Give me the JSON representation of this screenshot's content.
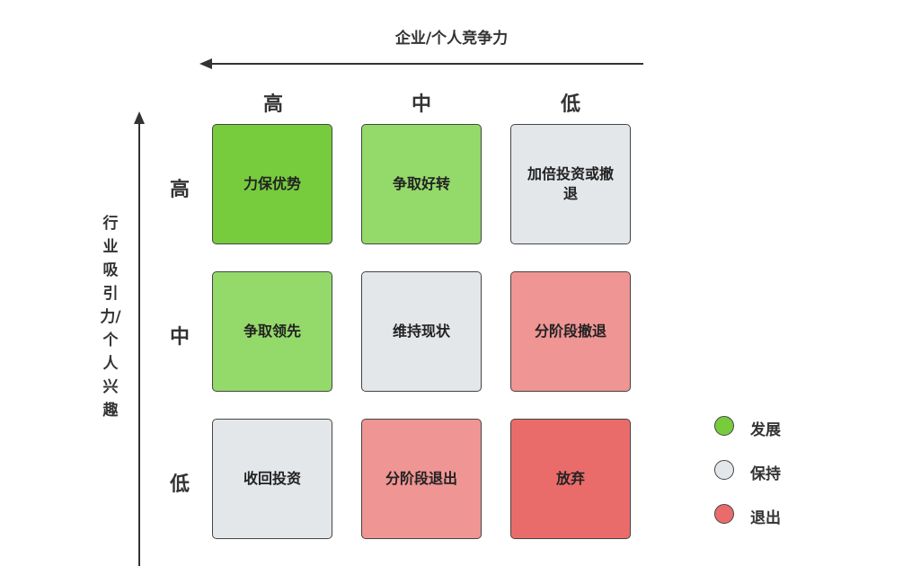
{
  "x_axis": {
    "title": "企业/个人竞争力"
  },
  "y_axis": {
    "title": "行业吸引力/个人兴趣"
  },
  "columns": [
    "高",
    "中",
    "低"
  ],
  "rows": [
    "高",
    "中",
    "低"
  ],
  "cells": [
    [
      {
        "label": "力保优势",
        "color": "#77cc3e"
      },
      {
        "label": "争取好转",
        "color": "#94da6a"
      },
      {
        "label": "加倍投资或撤退",
        "color": "#e4e7ea"
      }
    ],
    [
      {
        "label": "争取领先",
        "color": "#94da6a"
      },
      {
        "label": "维持现状",
        "color": "#e4e7ea"
      },
      {
        "label": "分阶段撤退",
        "color": "#ef9594"
      }
    ],
    [
      {
        "label": "收回投资",
        "color": "#e4e7ea"
      },
      {
        "label": "分阶段退出",
        "color": "#ef9594"
      },
      {
        "label": "放弃",
        "color": "#ea6c6a"
      }
    ]
  ],
  "legend": [
    {
      "label": "发展",
      "color": "#77cc3e"
    },
    {
      "label": "保持",
      "color": "#e4e7ea"
    },
    {
      "label": "退出",
      "color": "#ea6c6a"
    }
  ]
}
